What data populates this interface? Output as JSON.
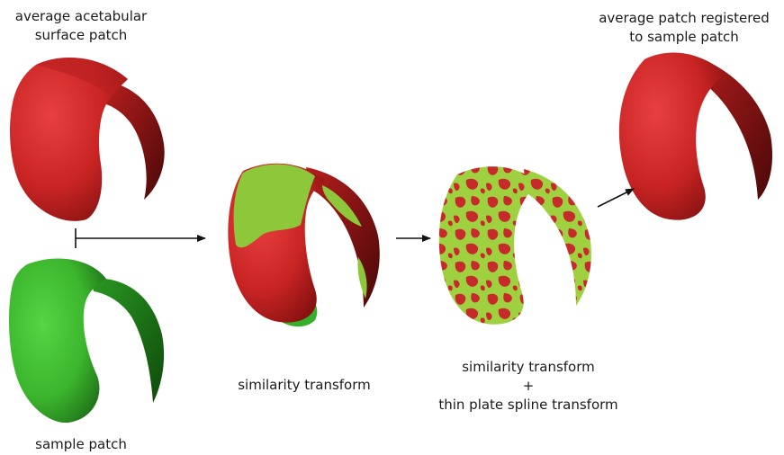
{
  "labels": {
    "average_patch": [
      "average acetabular",
      "surface patch"
    ],
    "sample_patch": "sample patch",
    "similarity": "similarity transform",
    "combined": [
      "similarity transform",
      "+",
      "thin plate spline transform"
    ],
    "registered": [
      "average patch registered",
      "to sample patch"
    ]
  },
  "colors": {
    "red": "#d42a2a",
    "red_dark": "#7a1010",
    "green": "#4cc43a",
    "green_dark": "#1f7a1a",
    "lime": "#9fd040",
    "arrow": "#111111"
  }
}
